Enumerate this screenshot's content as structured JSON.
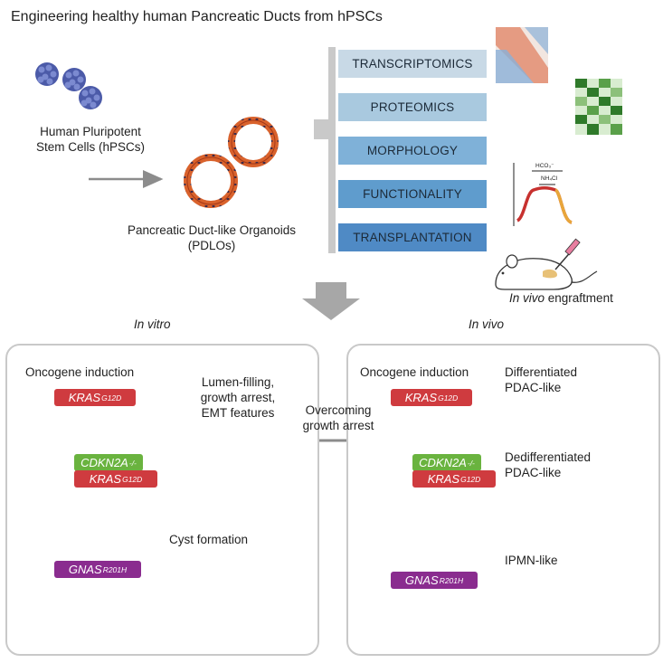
{
  "title": "Engineering healthy human Pancreatic Ducts from hPSCs",
  "hpsc_label": [
    "Human Pluripotent",
    "Stem Cells (hPSCs)"
  ],
  "pdlo_label": [
    "Pancreatic Duct-like Organoids",
    "(PDLOs)"
  ],
  "analyses": [
    {
      "label": "TRANSCRIPTOMICS",
      "color": "#c8d9e6"
    },
    {
      "label": "PROTEOMICS",
      "color": "#a9c9df"
    },
    {
      "label": "MORPHOLOGY",
      "color": "#7fb1d8"
    },
    {
      "label": "FUNCTIONALITY",
      "color": "#5f9ccd"
    },
    {
      "label": "TRANSPLANTATION",
      "color": "#4f8ac5"
    }
  ],
  "functionality_labels": {
    "top": "HCO₃⁻",
    "inner": "NH₄Cl"
  },
  "engraftment": {
    "italic": "In vivo",
    "rest": " engraftment"
  },
  "in_vitro_title": "In vitro",
  "in_vivo_title": "In vivo",
  "left_panel": {
    "oncogene_title": "Oncogene induction",
    "kras": {
      "gene": "KRAS",
      "sup": "G12D"
    },
    "cdkn2a": {
      "gene": "CDKN2A",
      "sup": "-/-"
    },
    "kras2": {
      "gene": "KRAS",
      "sup": "G12D"
    },
    "gnas": {
      "gene": "GNAS",
      "sup": "R201H"
    },
    "outcome": [
      "Lumen-filling,",
      "growth arrest,",
      "EMT features"
    ],
    "cyst": "Cyst formation"
  },
  "overcoming": [
    "Overcoming",
    "growth arrest"
  ],
  "right_panel": {
    "oncogene_title": "Oncogene induction",
    "kras": {
      "gene": "KRAS",
      "sup": "G12D"
    },
    "cdkn2a": {
      "gene": "CDKN2A",
      "sup": "-/-"
    },
    "kras2": {
      "gene": "KRAS",
      "sup": "G12D"
    },
    "gnas": {
      "gene": "GNAS",
      "sup": "R201H"
    },
    "outcomes": [
      [
        "Differentiated",
        "PDAC-like"
      ],
      [
        "Dedifferentiated",
        "PDAC-like"
      ],
      [
        "IPMN-like"
      ]
    ]
  },
  "colors": {
    "organoid_ring": "#c2431f",
    "organoid_cell": "#d9622c",
    "cell_nucleus": "#3a3a6a",
    "hpsc_cluster": "#4b5aa8",
    "arrow_gray": "#8c8c8c",
    "big_arrow": "#a7a7a7",
    "histology_bg": "#eaeaf6"
  }
}
